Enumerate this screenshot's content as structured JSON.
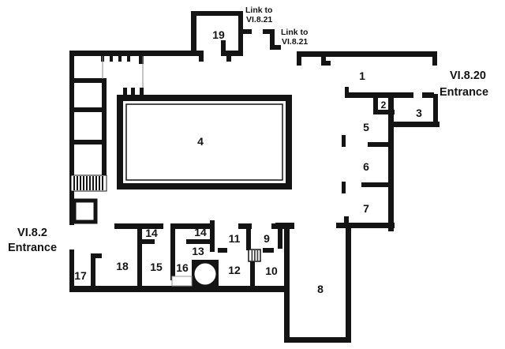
{
  "plan": {
    "room_labels": {
      "r1": "1",
      "r2": "2",
      "r3": "3",
      "r4": "4",
      "r5": "5",
      "r6": "6",
      "r7": "7",
      "r8": "8",
      "r9": "9",
      "r10": "10",
      "r11": "11",
      "r12": "12",
      "r13": "13",
      "r14a": "14",
      "r14b": "14",
      "r15": "15",
      "r16": "16",
      "r17": "17",
      "r18": "18",
      "r19": "19"
    },
    "link_top": {
      "line1": "Link to",
      "line2": "VI.8.21"
    },
    "link_mid": {
      "line1": "Link to",
      "line2": "VI.8.21"
    },
    "entrance_right": {
      "name": "VI.8.20",
      "label": "Entrance"
    },
    "entrance_left": {
      "name": "VI.8.2",
      "label": "Entrance"
    },
    "features": {
      "stairs": "stairs-hatch",
      "steps": "steps-hatch",
      "oven": "oven-with-circle",
      "pool": "double-walled-pool",
      "colonnade": "column-ticks"
    },
    "colors": {
      "wall": "#141414",
      "background": "#ffffff",
      "thin_line": "#8a8a8a"
    }
  }
}
